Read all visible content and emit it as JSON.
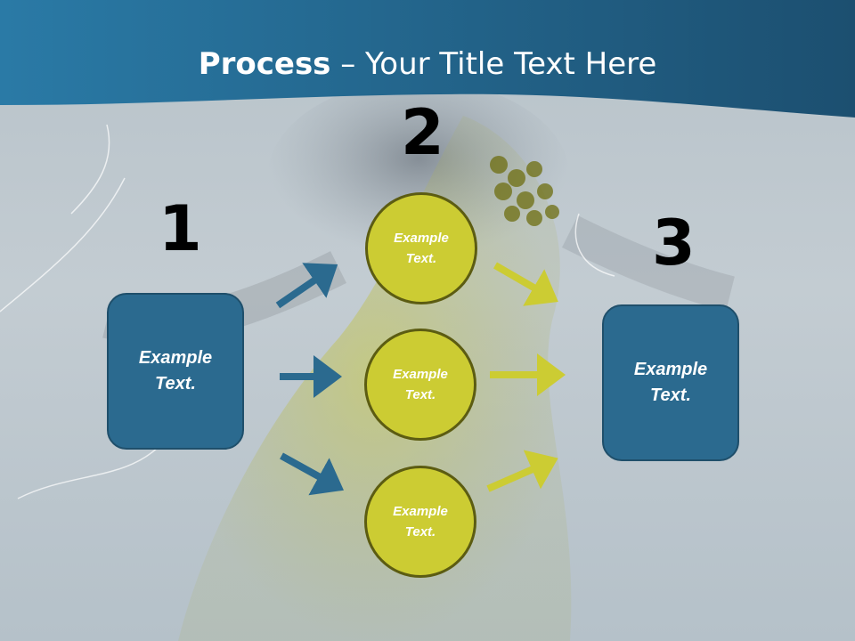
{
  "title": {
    "bold": "Process",
    "rest": " – Your Title Text Here"
  },
  "steps": {
    "one": {
      "number": "1",
      "text": "Example Text."
    },
    "two": {
      "number": "2",
      "items": [
        "Example Text.",
        "Example Text.",
        "Example Text."
      ]
    },
    "three": {
      "number": "3",
      "text": "Example Text."
    }
  },
  "colors": {
    "header": "#1f5f86",
    "box": "#2b6a8f",
    "circle": "#cccc33",
    "blue_arrow": "#2b6a8f",
    "yellow_arrow": "#cccc33"
  }
}
